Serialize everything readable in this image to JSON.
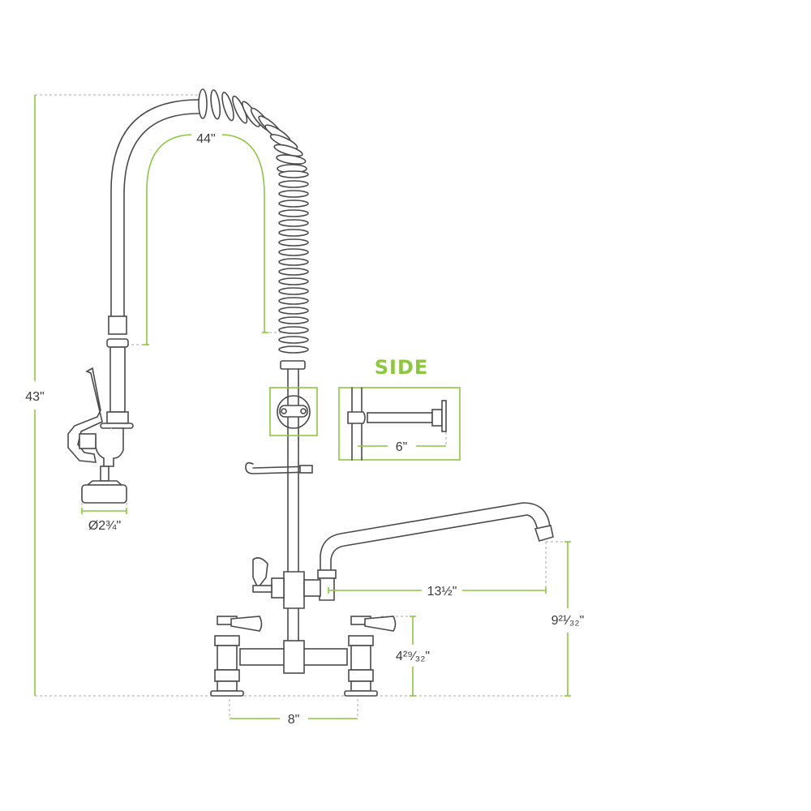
{
  "title": "SIDE",
  "colors": {
    "dimension": "#8dc63f",
    "outline": "#4a4a4a"
  },
  "dimensions": {
    "overall_height": "43\"",
    "hose_length": "44\"",
    "spray_head_diameter": "Ø2¾\"",
    "wall_bracket_depth": "6\"",
    "spout_reach": "13½\"",
    "spout_height": "9²¹⁄₃₂\"",
    "valve_height": "4²⁹⁄₃₂\"",
    "center_spacing": "8\""
  }
}
